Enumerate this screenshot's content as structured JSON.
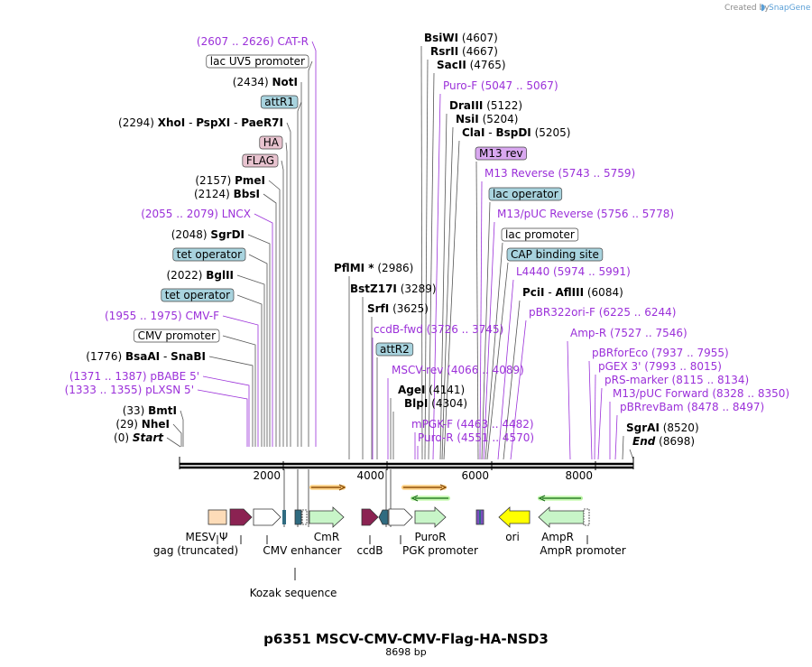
{
  "credit": {
    "prefix": "Created by",
    "brand": "SnapGene"
  },
  "plasmid": {
    "title": "p6351 MSCV-CMV-CMV-Flag-HA-NSD3",
    "length_label": "8698 bp",
    "length": 8698
  },
  "ticks": [
    "2000",
    "4000",
    "6000",
    "8000"
  ],
  "colors": {
    "primer": "#9b30d9",
    "ori": "#ffff00",
    "cds_green": "#c8f5c8",
    "maroon": "#8b2252",
    "teal": "#2f6b80",
    "peach": "#fddcb8",
    "feature_blue": "#a8d3de",
    "feature_pink": "#e8c3cf",
    "feature_violet": "#d9a8f0"
  },
  "left_labels": [
    {
      "pos": "(2607 .. 2626)",
      "name": "CAT-R",
      "kind": "primer"
    },
    {
      "name": "lac UV5 promoter",
      "kind": "box",
      "box": "white"
    },
    {
      "pos": "(2434)",
      "name": "NotI",
      "kind": "site"
    },
    {
      "name": "attR1",
      "kind": "box",
      "box": "blue"
    },
    {
      "pos": "(2294)",
      "name": "XhoI",
      "extra": [
        "PspXI",
        "PaeR7I"
      ],
      "kind": "site"
    },
    {
      "name": "HA",
      "kind": "box",
      "box": "pink"
    },
    {
      "name": "FLAG",
      "kind": "box",
      "box": "pink"
    },
    {
      "pos": "(2157)",
      "name": "PmeI",
      "kind": "site"
    },
    {
      "pos": "(2124)",
      "name": "BbsI",
      "kind": "site"
    },
    {
      "pos": "(2055 .. 2079)",
      "name": "LNCX",
      "kind": "primer"
    },
    {
      "pos": "(2048)",
      "name": "SgrDI",
      "kind": "site"
    },
    {
      "name": "tet operator",
      "kind": "box",
      "box": "blue"
    },
    {
      "pos": "(2022)",
      "name": "BglII",
      "kind": "site"
    },
    {
      "name": "tet operator",
      "kind": "box",
      "box": "blue"
    },
    {
      "pos": "(1955 .. 1975)",
      "name": "CMV-F",
      "kind": "primer"
    },
    {
      "name": "CMV promoter",
      "kind": "box",
      "box": "white"
    },
    {
      "pos": "(1776)",
      "name": "BsaAI",
      "extra": [
        "SnaBI"
      ],
      "kind": "site"
    },
    {
      "pos": "(1371 .. 1387)",
      "name": "pBABE 5'",
      "kind": "primer"
    },
    {
      "pos": "(1333 .. 1355)",
      "name": "pLXSN 5'",
      "kind": "primer"
    },
    {
      "pos": "(33)",
      "name": "BmtI",
      "kind": "site"
    },
    {
      "pos": "(29)",
      "name": "NheI",
      "kind": "site"
    },
    {
      "pos": "(0)",
      "name": "Start",
      "kind": "ends"
    }
  ],
  "mid_labels": [
    {
      "name": "PflMI *",
      "pos": "(2986)",
      "kind": "site"
    },
    {
      "name": "BstZ17I",
      "pos": "(3289)",
      "kind": "site"
    },
    {
      "name": "SrfI",
      "pos": "(3625)",
      "kind": "site"
    },
    {
      "name": "ccdB-fwd",
      "pos": "(3726 .. 3745)",
      "kind": "primer"
    },
    {
      "name": "attR2",
      "kind": "box",
      "box": "blue"
    },
    {
      "name": "MSCV-rev",
      "pos": "(4066 .. 4089)",
      "kind": "primer"
    },
    {
      "name": "AgeI",
      "pos": "(4141)",
      "kind": "site"
    },
    {
      "name": "BlpI",
      "pos": "(4304)",
      "kind": "site"
    },
    {
      "name": "mPGK-F",
      "pos": "(4463 .. 4482)",
      "kind": "primer"
    },
    {
      "name": "Puro-R",
      "pos": "(4551 .. 4570)",
      "kind": "primer"
    }
  ],
  "right_labels": [
    {
      "name": "BsiWI",
      "pos": "(4607)",
      "kind": "site"
    },
    {
      "name": "RsrII",
      "pos": "(4667)",
      "kind": "site"
    },
    {
      "name": "SacII",
      "pos": "(4765)",
      "kind": "site"
    },
    {
      "name": "Puro-F",
      "pos": "(5047 .. 5067)",
      "kind": "primer"
    },
    {
      "name": "DraIII",
      "pos": "(5122)",
      "kind": "site"
    },
    {
      "name": "NsiI",
      "pos": "(5204)",
      "kind": "site"
    },
    {
      "name": "ClaI",
      "extra": [
        "BspDI"
      ],
      "pos": "(5205)",
      "kind": "site"
    },
    {
      "name": "M13 rev",
      "kind": "box",
      "box": "violet"
    },
    {
      "name": "M13 Reverse",
      "pos": "(5743 .. 5759)",
      "kind": "primer"
    },
    {
      "name": "lac operator",
      "kind": "box",
      "box": "blue"
    },
    {
      "name": "M13/pUC Reverse",
      "pos": "(5756 .. 5778)",
      "kind": "primer"
    },
    {
      "name": "lac promoter",
      "kind": "box",
      "box": "white"
    },
    {
      "name": "CAP binding site",
      "kind": "box",
      "box": "blue"
    },
    {
      "name": "L4440",
      "pos": "(5974 .. 5991)",
      "kind": "primer"
    },
    {
      "name": "PciI",
      "extra": [
        "AflIII"
      ],
      "pos": "(6084)",
      "kind": "site"
    },
    {
      "name": "pBR322ori-F",
      "pos": "(6225 .. 6244)",
      "kind": "primer"
    },
    {
      "name": "Amp-R",
      "pos": "(7527 .. 7546)",
      "kind": "primer"
    },
    {
      "name": "pBRforEco",
      "pos": "(7937 .. 7955)",
      "kind": "primer"
    },
    {
      "name": "pGEX 3'",
      "pos": "(7993 .. 8015)",
      "kind": "primer"
    },
    {
      "name": "pRS-marker",
      "pos": "(8115 .. 8134)",
      "kind": "primer"
    },
    {
      "name": "M13/pUC Forward",
      "pos": "(8328 .. 8350)",
      "kind": "primer"
    },
    {
      "name": "pBRrevBam",
      "pos": "(8478 .. 8497)",
      "kind": "primer"
    },
    {
      "name": "SgrAI",
      "pos": "(8520)",
      "kind": "site"
    },
    {
      "name": "End",
      "pos": "(8698)",
      "kind": "ends"
    }
  ],
  "features": [
    {
      "name": "MESV Ψ",
      "type": "box",
      "color": "peach"
    },
    {
      "name": "gag (truncated)",
      "type": "arrow",
      "color": "maroon"
    },
    {
      "name": "CMV enhancer",
      "type": "arrow",
      "color": "white"
    },
    {
      "name": "Kozak sequence",
      "type": "mark",
      "color": "teal"
    },
    {
      "name": "CmR",
      "type": "arrow",
      "color": "green"
    },
    {
      "name": "ccdB",
      "type": "arrow",
      "color": "maroon"
    },
    {
      "name": "PuroR",
      "type": "arrow",
      "color": "green"
    },
    {
      "name": "PGK promoter",
      "type": "arrow",
      "color": "white"
    },
    {
      "name": "ori",
      "type": "arrow",
      "color": "yellow"
    },
    {
      "name": "AmpR",
      "type": "arrow",
      "color": "green"
    },
    {
      "name": "AmpR promoter",
      "type": "arrow",
      "color": "white"
    }
  ]
}
